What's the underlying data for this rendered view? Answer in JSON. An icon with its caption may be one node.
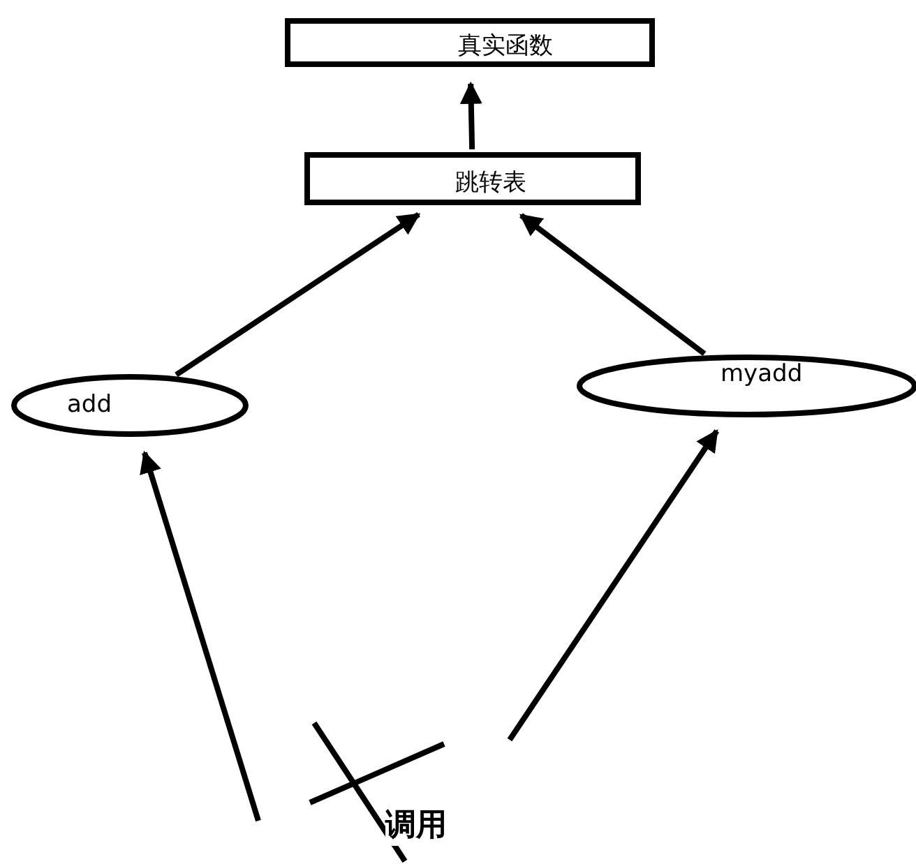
{
  "diagram": {
    "nodes": [
      {
        "text": [
          "真实函数"
        ]
      },
      {
        "text": [
          "跳转表"
        ]
      },
      {
        "text": [
          "add"
        ]
      },
      {
        "text": [
          "myadd"
        ]
      }
    ],
    "edges": [
      {
        "from": 1,
        "to": 0,
        "arrow": "to"
      },
      {
        "from": 2,
        "to": 1,
        "arrow": "to"
      },
      {
        "from": 3,
        "to": 1,
        "arrow": "to"
      },
      {
        "from": null,
        "to": 2,
        "arrow": "to"
      },
      {
        "from": null,
        "to": 3,
        "arrow": "to"
      }
    ],
    "labels": [
      "调用"
    ]
  }
}
